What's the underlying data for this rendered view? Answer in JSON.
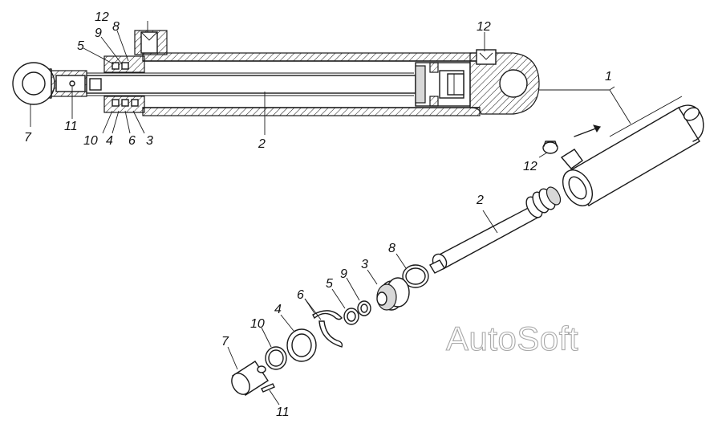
{
  "diagram": {
    "labels": {
      "top_7": "7",
      "top_11": "11",
      "top_10": "10",
      "top_4": "4",
      "top_6": "6",
      "top_3": "3",
      "top_5": "5",
      "top_9": "9",
      "top_8": "8",
      "top_12_left": "12",
      "top_12_right": "12",
      "top_2": "2",
      "exp_1": "1",
      "exp_12": "12",
      "exp_2": "2",
      "exp_8": "8",
      "exp_3": "3",
      "exp_9": "9",
      "exp_5": "5",
      "exp_6": "6",
      "exp_4": "4",
      "exp_10": "10",
      "exp_7": "7",
      "exp_11": "11"
    },
    "watermark": "AutoSoft"
  }
}
